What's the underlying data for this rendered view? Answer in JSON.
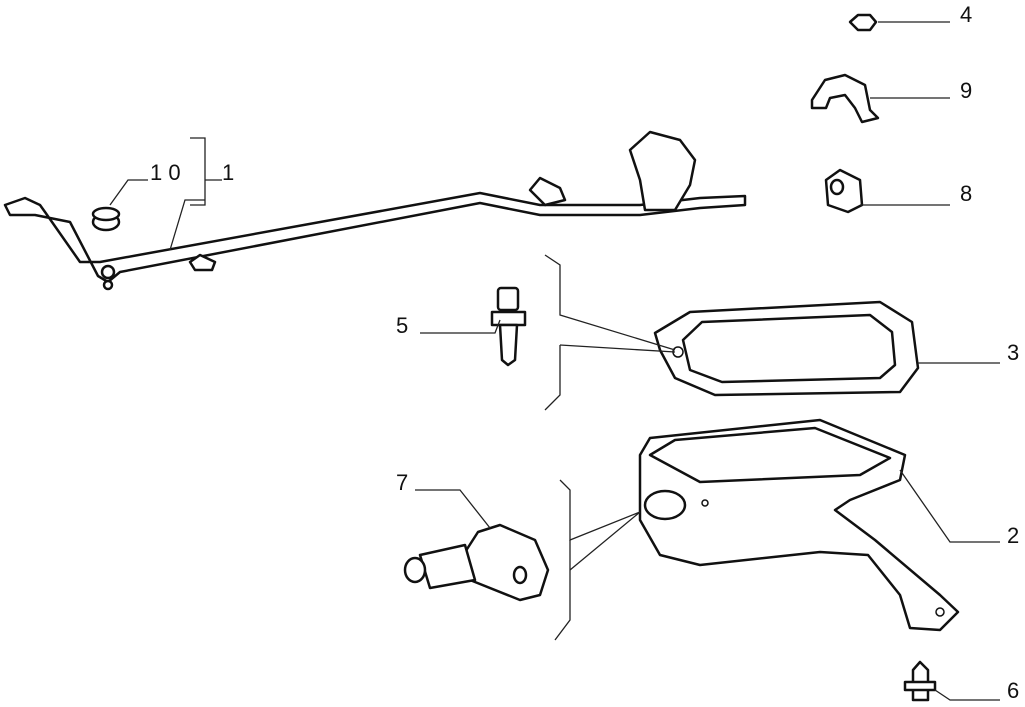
{
  "diagram": {
    "callouts": [
      {
        "id": "4",
        "text": "4",
        "part": "nut"
      },
      {
        "id": "9",
        "text": "9",
        "part": "clamp"
      },
      {
        "id": "8",
        "text": "8",
        "part": "bushing"
      },
      {
        "id": "10",
        "text": "1 0",
        "part": "cap"
      },
      {
        "id": "1",
        "text": "1",
        "part": "gear-lever-rod"
      },
      {
        "id": "5",
        "text": "5",
        "part": "screw"
      },
      {
        "id": "3",
        "text": "3",
        "part": "gasket"
      },
      {
        "id": "7",
        "text": "7",
        "part": "switch"
      },
      {
        "id": "2",
        "text": "2",
        "part": "housing-bracket"
      },
      {
        "id": "6",
        "text": "6",
        "part": "bolt"
      }
    ]
  }
}
